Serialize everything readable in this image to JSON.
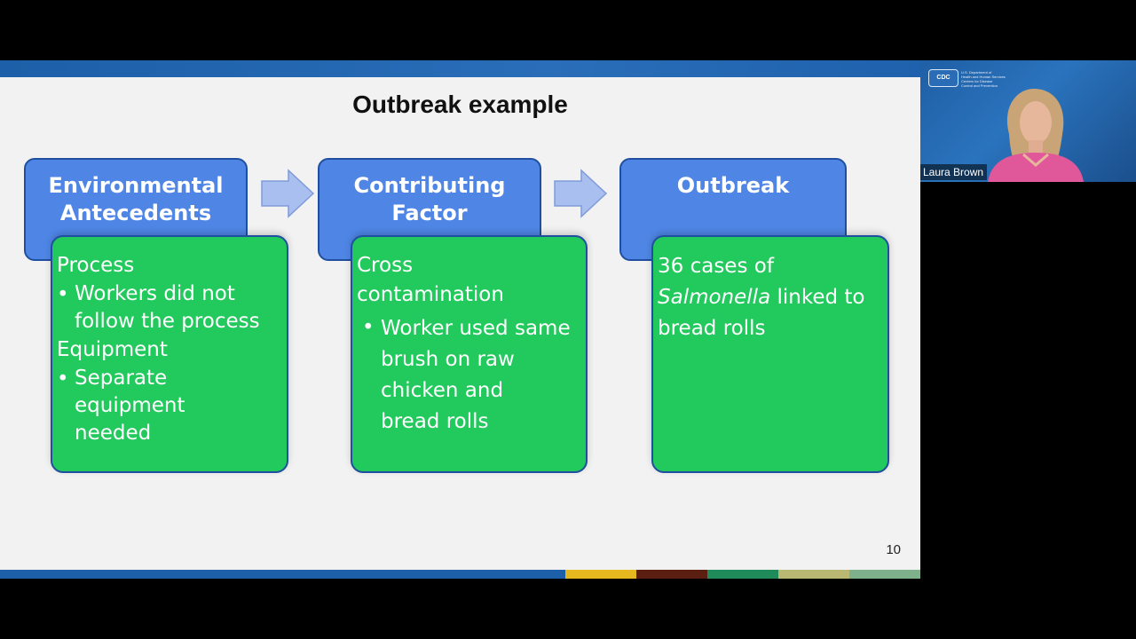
{
  "slide": {
    "title": "Outbreak example",
    "page_number": "10",
    "columns": [
      {
        "header": [
          "Environmental",
          "Antecedents"
        ],
        "content": [
          {
            "type": "heading",
            "text": "Process"
          },
          {
            "type": "bullet",
            "lines": [
              "Workers did not",
              "follow the process"
            ]
          },
          {
            "type": "heading",
            "text": "Equipment"
          },
          {
            "type": "bullet",
            "lines": [
              "Separate",
              "equipment",
              "needed"
            ]
          }
        ]
      },
      {
        "header": [
          "Contributing",
          "Factor"
        ],
        "content": [
          {
            "type": "heading",
            "text": "Cross"
          },
          {
            "type": "heading",
            "text": "contamination"
          },
          {
            "type": "bullet",
            "lines": [
              "Worker used same",
              "brush on raw",
              "chicken and",
              "bread rolls"
            ]
          }
        ]
      },
      {
        "header": [
          "Outbreak"
        ],
        "content": [
          {
            "type": "line",
            "text": "36 cases of"
          },
          {
            "type": "line",
            "italic": "Salmonella",
            "text": " linked to"
          },
          {
            "type": "line",
            "text": "bread rolls"
          }
        ]
      }
    ],
    "colors": {
      "header_fill": "#4f86e6",
      "content_fill": "#22c95c",
      "border": "#1f4f9e",
      "arrow_fill": "#a9bff0",
      "bottom_bar": [
        "#1d5fa8",
        "#e6b820",
        "#5a1f10",
        "#1f8a5a",
        "#b8b873",
        "#7fb08c"
      ]
    }
  },
  "video": {
    "participant_name": "Laura Brown",
    "logo_text": "CDC",
    "org_text": [
      "U.S. Department of",
      "Health and Human Services",
      "Centers for Disease",
      "Control and Prevention"
    ]
  }
}
